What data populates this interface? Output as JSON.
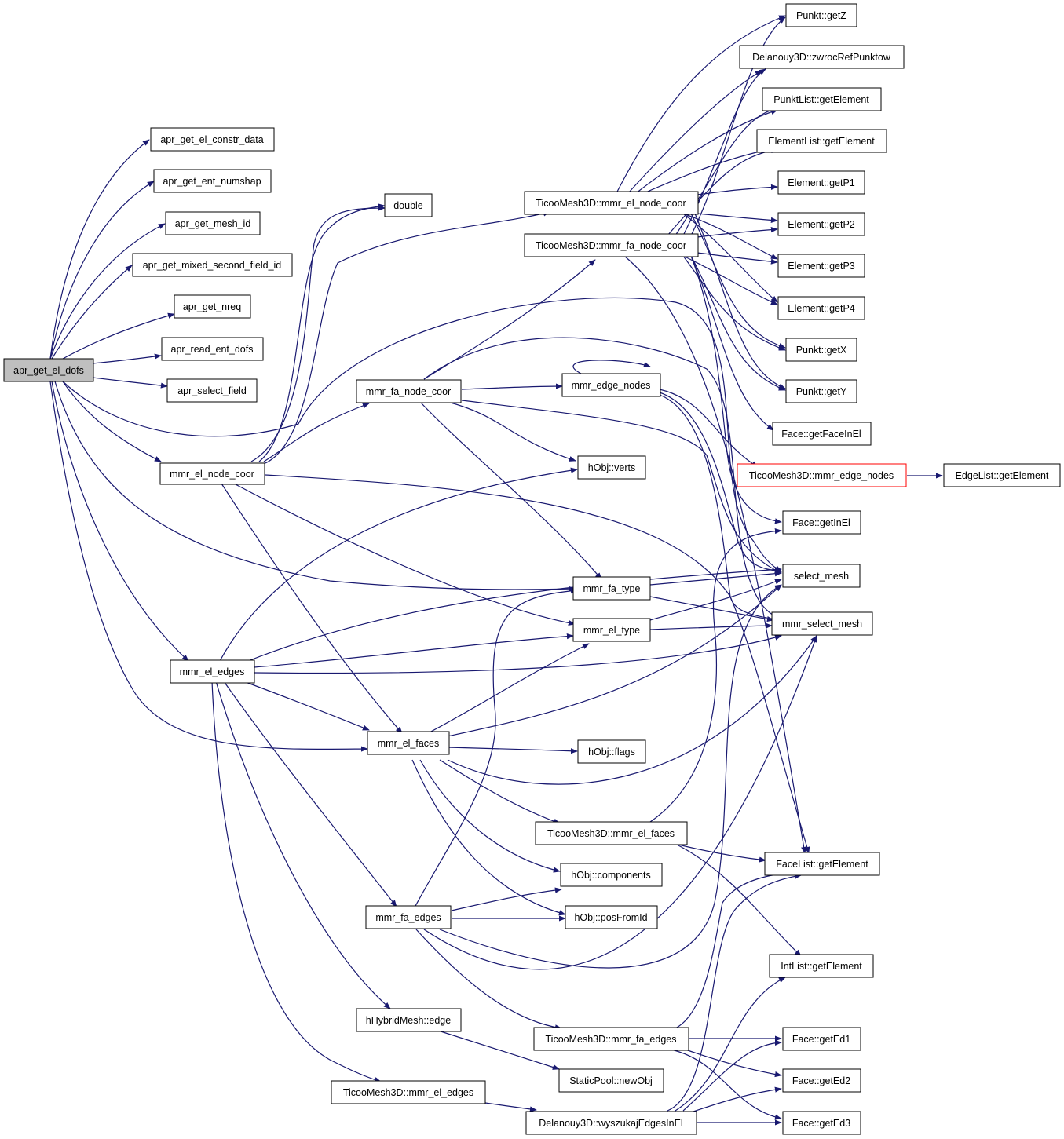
{
  "graph": {
    "root": "apr_get_el_dofs",
    "colors": {
      "edge": "#191970",
      "root_fill": "#bfbfbf",
      "highlight_border": "#ff0000"
    },
    "nodes": {
      "n0": "apr_get_el_dofs",
      "n1": "apr_get_el_constr_data",
      "n2": "apr_get_ent_numshap",
      "n3": "apr_get_mesh_id",
      "n4": "apr_get_mixed_second_field_id",
      "n5": "apr_get_nreq",
      "n6": "apr_read_ent_dofs",
      "n7": "apr_select_field",
      "n8": "double",
      "n9": "mmr_el_node_coor",
      "n10": "mmr_fa_node_coor",
      "n11": "TicooMesh3D::mmr_el_node_coor",
      "n12": "TicooMesh3D::mmr_fa_node_coor",
      "n13": "mmr_edge_nodes",
      "n14": "hObj::verts",
      "n15": "mmr_fa_type",
      "n16": "mmr_el_type",
      "n17": "mmr_el_edges",
      "n18": "mmr_el_faces",
      "n19": "hObj::flags",
      "n20": "TicooMesh3D::mmr_el_faces",
      "n21": "hObj::components",
      "n22": "mmr_fa_edges",
      "n23": "hObj::posFromId",
      "n24": "hHybridMesh::edge",
      "n25": "StaticPool::newObj",
      "n26": "TicooMesh3D::mmr_fa_edges",
      "n27": "TicooMesh3D::mmr_el_edges",
      "n28": "Delanouy3D::wyszukajEdgesInEl",
      "n29": "Punkt::getZ",
      "n30": "Delanouy3D::zwrocRefPunktow",
      "n31": "PunktList::getElement",
      "n32": "ElementList::getElement",
      "n33": "Element::getP1",
      "n34": "Element::getP2",
      "n35": "Element::getP3",
      "n36": "Element::getP4",
      "n37": "Punkt::getX",
      "n38": "Punkt::getY",
      "n39": "Face::getFaceInEl",
      "n40": "TicooMesh3D::mmr_edge_nodes",
      "n41": "EdgeList::getElement",
      "n42": "Face::getInEl",
      "n43": "select_mesh",
      "n44": "mmr_select_mesh",
      "n45": "FaceList::getElement",
      "n46": "IntList::getElement",
      "n47": "Face::getEd1",
      "n48": "Face::getEd2",
      "n49": "Face::getEd3"
    }
  }
}
